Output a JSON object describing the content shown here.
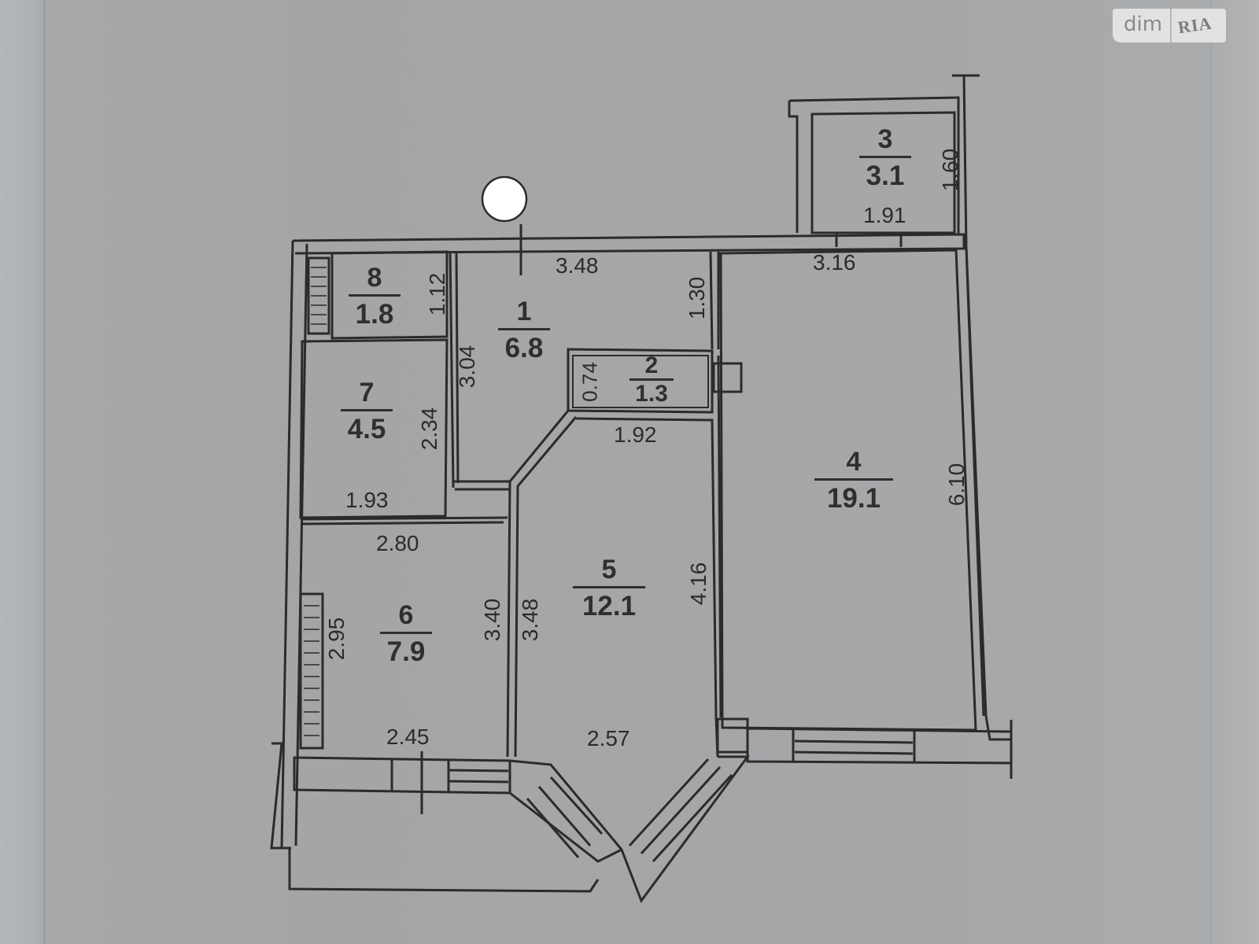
{
  "watermark": {
    "brand_left": "dim",
    "brand_right": "RIA"
  },
  "plan": {
    "line_color": "#2b2b2b",
    "rooms": [
      {
        "number": "1",
        "area": "6.8"
      },
      {
        "number": "2",
        "area": "1.3"
      },
      {
        "number": "3",
        "area": "3.1"
      },
      {
        "number": "4",
        "area": "19.1"
      },
      {
        "number": "5",
        "area": "12.1"
      },
      {
        "number": "6",
        "area": "7.9"
      },
      {
        "number": "7",
        "area": "4.5"
      },
      {
        "number": "8",
        "area": "1.8"
      }
    ],
    "dimensions": {
      "r1_width": "3.48",
      "r1_height": "3.04",
      "r1_side": "1.30",
      "r2_height": "0.74",
      "r3_width": "1.91",
      "r3_height": "1.60",
      "r4_width": "3.16",
      "r4_height": "6.10",
      "r5_top": "1.92",
      "r5_bottom": "2.57",
      "r5_left": "3.48",
      "r5_right": "4.16",
      "r6_top": "2.80",
      "r6_bottom": "2.45",
      "r6_left": "2.95",
      "r6_right": "3.40",
      "r7_width": "1.93",
      "r7_height": "2.34",
      "r8_height": "1.12"
    }
  }
}
